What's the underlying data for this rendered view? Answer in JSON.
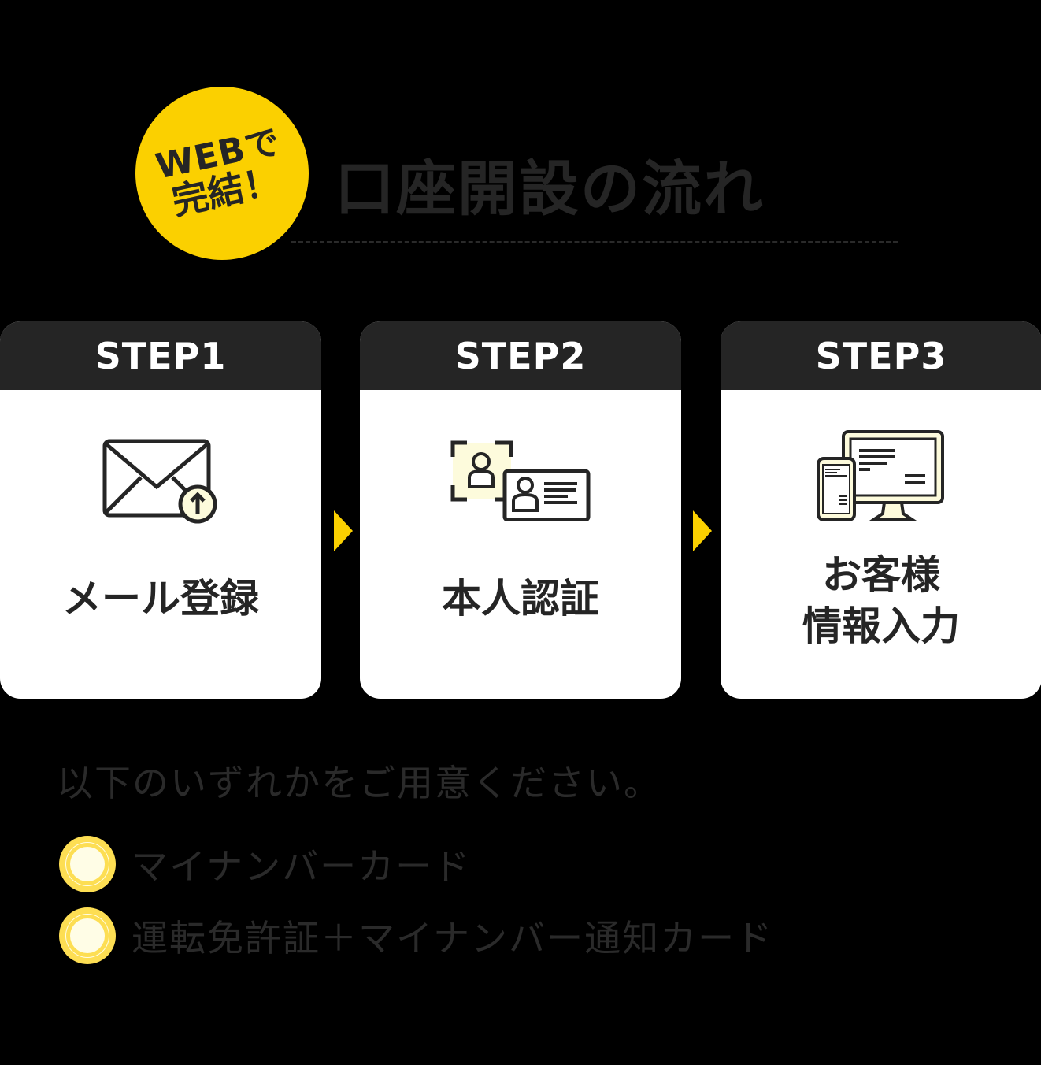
{
  "badge": {
    "line1": "WEBで",
    "line2": "完結！",
    "color": "#fbd000"
  },
  "header": {
    "title": "口座開設の流れ"
  },
  "steps": [
    {
      "label": "STEP1",
      "title": "メール登録",
      "icon": "mail-upload-icon"
    },
    {
      "label": "STEP2",
      "title": "本人認証",
      "icon": "id-verification-icon"
    },
    {
      "label": "STEP3",
      "title_line1": "お客様",
      "title_line2": "情報入力",
      "icon": "devices-icon"
    }
  ],
  "arrows": {
    "color": "#fbd000",
    "icon": "triangle-right-icon"
  },
  "requirements": {
    "intro": "以下のいずれかをご用意ください。",
    "items": [
      {
        "text": "マイナンバーカード",
        "bullet": "circle-bullet-icon"
      },
      {
        "text": "運転免許証＋マイナンバー通知カード",
        "bullet": "circle-bullet-icon"
      }
    ]
  }
}
